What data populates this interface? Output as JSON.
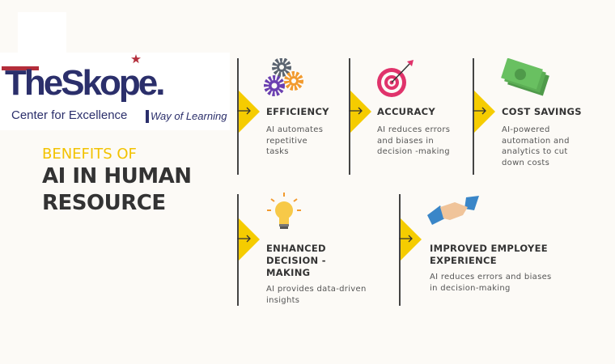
{
  "logo": {
    "brand": "TheSkope.",
    "subtitle": "Center for Excellence",
    "tagline": "Way of Learning"
  },
  "heading": {
    "kicker": "BENEFITS OF",
    "line1": "AI IN HUMAN",
    "line2": "RESOURCE"
  },
  "colors": {
    "accent": "#f5cc00",
    "text": "#333333",
    "background": "#fcfaf6",
    "brand": "#2b2f6b",
    "brand_red": "#b32d3a"
  },
  "benefits": [
    {
      "icon": "gears-icon",
      "title": "EFFICIENCY",
      "desc": "AI automates repetitive tasks"
    },
    {
      "icon": "target-icon",
      "title": "ACCURACY",
      "desc": "AI reduces errors and biases in decision -making"
    },
    {
      "icon": "money-icon",
      "title": "COST SAVINGS",
      "desc": "AI-powered automation and analytics to cut down costs"
    },
    {
      "icon": "lightbulb-icon",
      "title": "ENHANCED DECISION - MAKING",
      "desc": "AI provides data-driven insights"
    },
    {
      "icon": "handshake-icon",
      "title": "IMPROVED EMPLOYEE EXPERIENCE",
      "desc": "AI reduces errors and biases in decision-making"
    }
  ]
}
